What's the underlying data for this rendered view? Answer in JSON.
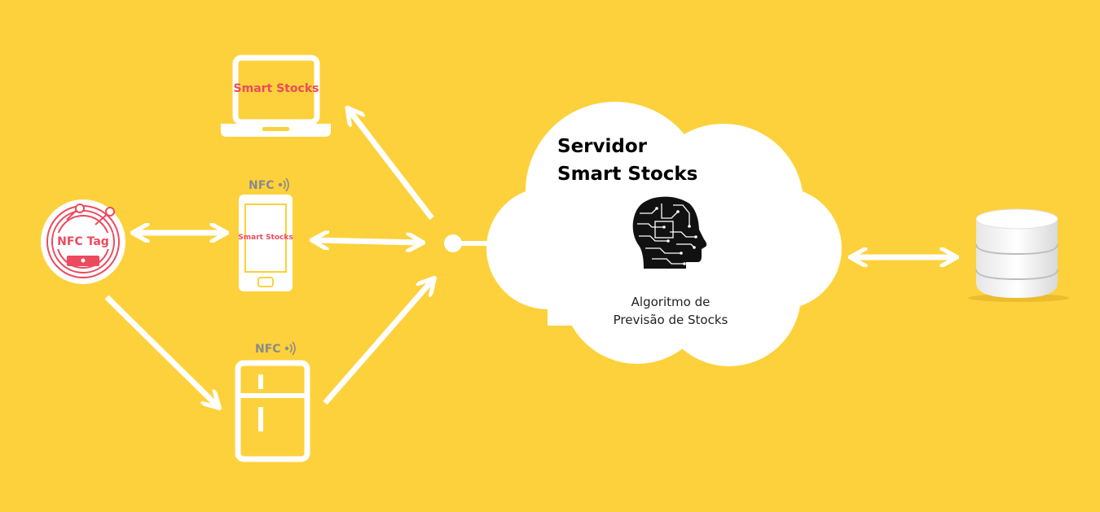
{
  "diagram": {
    "laptop_brand": "Smart Stocks",
    "phone_brand": "Smart Stocks",
    "nfc_label_phone": "NFC",
    "nfc_label_fridge": "NFC",
    "nfc_tag_label": "NFC Tag",
    "server_title_line1": "Servidor",
    "server_title_line2": "Smart Stocks",
    "algorithm_line1": "Algoritmo de",
    "algorithm_line2": "Previsão de Stocks"
  },
  "colors": {
    "background": "#FDD13B",
    "foreground": "#FFFFFF",
    "brand": "#EC4A5E",
    "nfc_text": "#8A8A8A",
    "server_text": "#000000"
  },
  "icons": [
    "nfc-tag-icon",
    "laptop-icon",
    "smartphone-icon",
    "fridge-icon",
    "cloud-server-icon",
    "ai-head-icon",
    "database-icon"
  ]
}
